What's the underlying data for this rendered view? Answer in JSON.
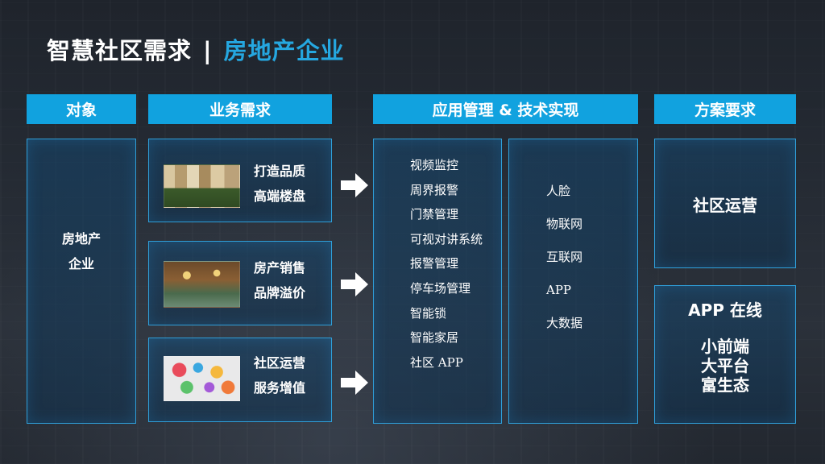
{
  "title": {
    "main": "智慧社区需求",
    "separator": "|",
    "sub": "房地产企业"
  },
  "headers": {
    "target": "对象",
    "demand": "业务需求",
    "tech": "应用管理 & 技术实现",
    "solution": "方案要求"
  },
  "target": {
    "line1": "房地产",
    "line2": "企业"
  },
  "demands": [
    {
      "line1": "打造品质",
      "line2": "高端楼盘",
      "image": "residential-buildings-photo"
    },
    {
      "line1": "房产销售",
      "line2": "品牌溢价",
      "image": "sales-office-photo"
    },
    {
      "line1": "社区运营",
      "line2": "服务增值",
      "image": "app-icons-collage"
    }
  ],
  "applications": [
    "视频监控",
    "周界报警",
    "门禁管理",
    "可视对讲系统",
    "报警管理",
    "停车场管理",
    "智能锁",
    "智能家居",
    "社区 APP"
  ],
  "technologies": [
    "人脸",
    "物联网",
    "互联网",
    "APP",
    "大数据"
  ],
  "solution": {
    "box1": "社区运营",
    "box2_title": "APP 在线",
    "box2_lines": [
      "小前端",
      "大平台",
      "富生态"
    ]
  },
  "colors": {
    "accent": "#11a2df",
    "subtitle": "#25a7e0",
    "panel_border": "#2f9fd9",
    "background": "#262c35"
  }
}
